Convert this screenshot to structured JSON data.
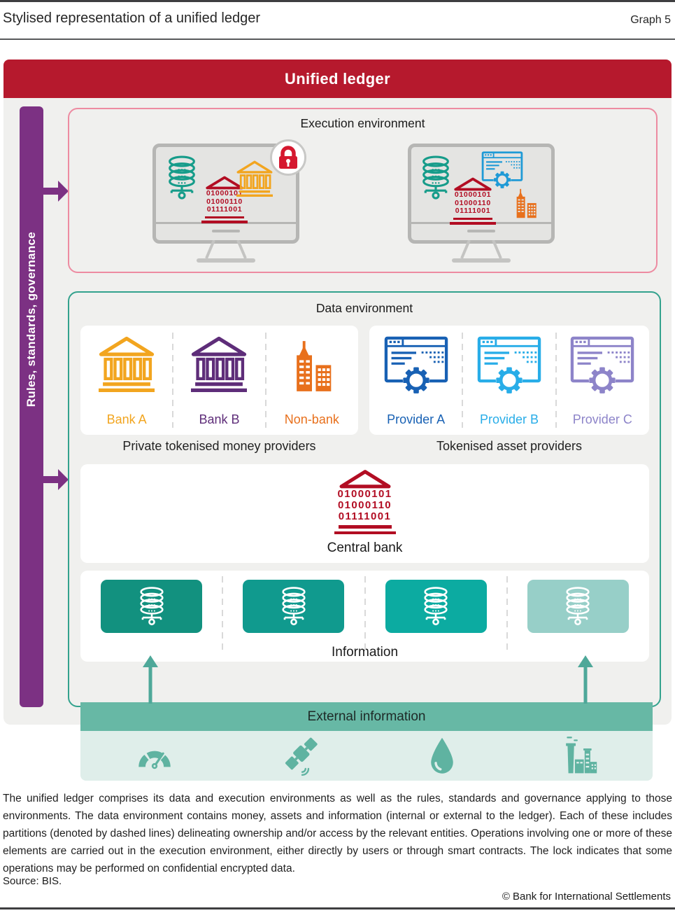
{
  "page": {
    "title": "Stylised representation of a unified ledger",
    "graph_label": "Graph 5",
    "caption": "The unified ledger comprises its data and execution environments as well as the rules, standards and governance applying to those environments. The data environment contains money, assets and information (internal or external to the ledger). Each of these includes partitions (denoted by dashed lines) delineating ownership and/or access by the relevant entities. Operations involving one or more of these elements are carried out in the execution environment, either directly by users or through smart contracts. The lock indicates that some operations may be performed on confidential encrypted data.",
    "source": "Source: BIS.",
    "copyright": "© Bank for International Settlements"
  },
  "diagram": {
    "banner": "Unified ledger",
    "governance": {
      "label": "Rules, standards, governance",
      "color": "#7c3183"
    },
    "execution": {
      "title": "Execution environment",
      "monitors": [
        {
          "icons": [
            "database-icon",
            "central-bank-binary-icon",
            "bank-icon",
            "lock-icon"
          ]
        },
        {
          "icons": [
            "database-icon",
            "central-bank-binary-icon",
            "smart-contract-icon",
            "non-bank-buildings-icon"
          ]
        }
      ]
    },
    "data_env": {
      "title": "Data environment",
      "money_providers": {
        "label": "Private tokenised money providers",
        "items": [
          {
            "label": "Bank A",
            "color": "#f2a51f",
            "icon": "bank-icon"
          },
          {
            "label": "Bank B",
            "color": "#5e2d79",
            "icon": "bank-icon"
          },
          {
            "label": "Non-bank",
            "color": "#e8701c",
            "icon": "non-bank-buildings-icon"
          }
        ]
      },
      "asset_providers": {
        "label": "Tokenised asset providers",
        "items": [
          {
            "label": "Provider A",
            "color": "#1861b4",
            "icon": "smart-contract-icon"
          },
          {
            "label": "Provider B",
            "color": "#28ade8",
            "icon": "smart-contract-icon"
          },
          {
            "label": "Provider C",
            "color": "#8d84c9",
            "icon": "smart-contract-icon"
          }
        ]
      },
      "central_bank": {
        "label": "Central bank",
        "color": "#b20d23",
        "binary": [
          "01000101",
          "01000110",
          "01111001"
        ]
      },
      "information": {
        "label": "Information",
        "cell_colors": [
          "#12917f",
          "#109a8e",
          "#0caba1",
          "#97cfc8"
        ]
      }
    },
    "external": {
      "label": "External information",
      "icons": [
        "gauge-icon",
        "satellite-icon",
        "droplet-icon",
        "factory-icon"
      ],
      "banner_color": "#67b8a5",
      "icon_color": "#5fb3a1"
    }
  },
  "colors": {
    "banner_red": "#b6192d",
    "execution_border_pink": "#ed8ba1",
    "data_border_teal": "#33a28d",
    "database_teal": "#169c8a",
    "lock_red": "#d5182f",
    "body_gray": "#f0f0ee",
    "arrow_teal": "#4ea899"
  }
}
